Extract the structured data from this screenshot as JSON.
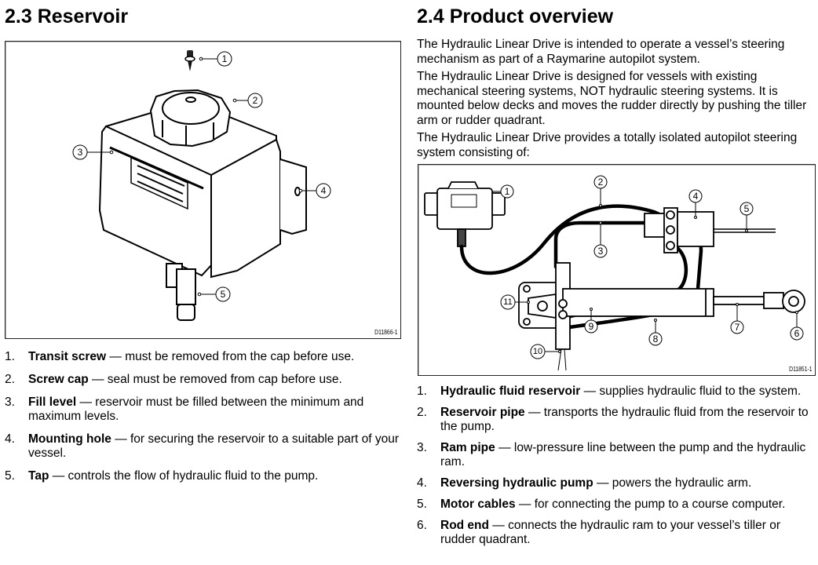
{
  "left": {
    "heading": "2.3 Reservoir",
    "figure_id": "D11866-1",
    "callouts": [
      "1",
      "2",
      "3",
      "4",
      "5"
    ],
    "items": [
      {
        "num": "1.",
        "term": "Transit screw",
        "desc": " — must be removed from the cap before use."
      },
      {
        "num": "2.",
        "term": "Screw cap",
        "desc": " — seal must be removed from cap before use."
      },
      {
        "num": "3.",
        "term": "Fill level",
        "desc": " — reservoir must be filled between the minimum and maximum levels."
      },
      {
        "num": "4.",
        "term": "Mounting hole",
        "desc": " — for securing the reservoir to a suitable part of your vessel."
      },
      {
        "num": "5.",
        "term": "Tap",
        "desc": " — controls the flow of hydraulic fluid to the pump."
      }
    ]
  },
  "right": {
    "heading": "2.4 Product overview",
    "paragraphs": [
      "The Hydraulic Linear Drive is intended to operate a vessel’s steering mechanism as part of a Raymarine autopilot system.",
      "The Hydraulic Linear Drive is designed for vessels with existing mechanical steering systems, NOT hydraulic steering systems.  It is mounted below decks and moves the rudder directly by pushing the tiller arm or rudder quadrant.",
      "The Hydraulic Linear Drive provides a totally isolated autopilot steering system consisting of:"
    ],
    "figure_id": "D11851-1",
    "callouts": [
      "1",
      "2",
      "3",
      "4",
      "5",
      "6",
      "7",
      "8",
      "9",
      "10",
      "11"
    ],
    "items": [
      {
        "num": "1.",
        "term": "Hydraulic fluid reservoir",
        "desc": " — supplies hydraulic fluid to the system."
      },
      {
        "num": "2.",
        "term": "Reservoir pipe",
        "desc": " — transports the hydraulic fluid from the reservoir to the pump."
      },
      {
        "num": "3.",
        "term": "Ram pipe",
        "desc": " — low-pressure line between the pump and the hydraulic ram."
      },
      {
        "num": "4.",
        "term": "Reversing hydraulic pump",
        "desc": " — powers the hydraulic arm."
      },
      {
        "num": "5.",
        "term": "Motor cables",
        "desc": " — for connecting the pump to a course computer."
      },
      {
        "num": "6.",
        "term": "Rod end",
        "desc": " — connects the hydraulic ram to your vessel’s tiller or rudder quadrant."
      }
    ]
  }
}
